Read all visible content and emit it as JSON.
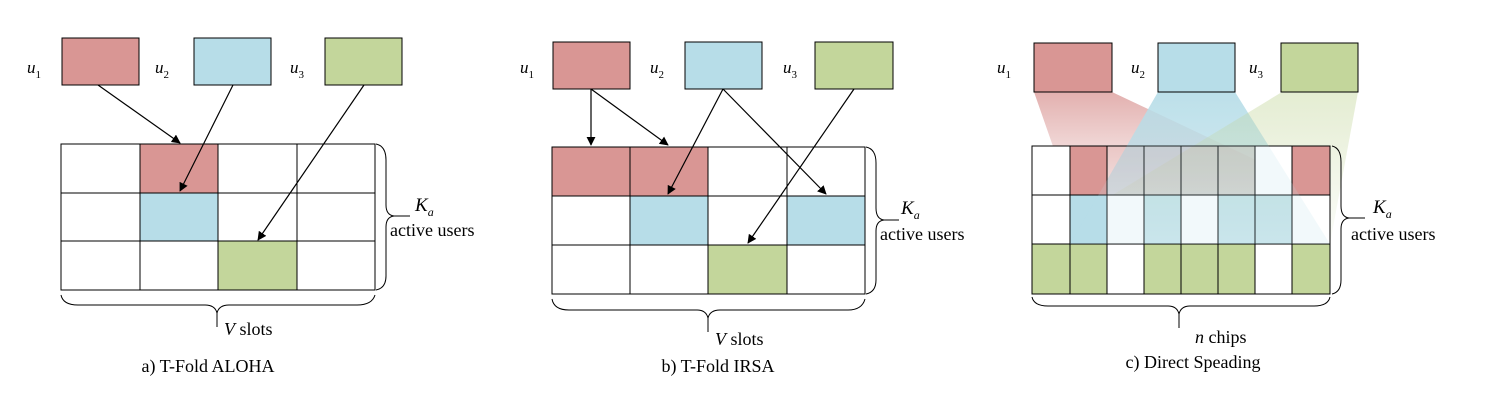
{
  "colors": {
    "user1": "#d99694",
    "user2": "#b7dde8",
    "user3": "#c3d69b",
    "grid": "#000000"
  },
  "panels": [
    {
      "caption": "a) T-Fold ALOHA",
      "users": [
        {
          "var": "u",
          "sub": "1"
        },
        {
          "var": "u",
          "sub": "2"
        },
        {
          "var": "u",
          "sub": "3"
        }
      ],
      "brace_var": "V",
      "brace_text": " slots",
      "side_var": "K",
      "side_sub": "a",
      "side_text": "active users"
    },
    {
      "caption": "b) T-Fold IRSA",
      "users": [
        {
          "var": "u",
          "sub": "1"
        },
        {
          "var": "u",
          "sub": "2"
        },
        {
          "var": "u",
          "sub": "3"
        }
      ],
      "brace_var": "V",
      "brace_text": " slots",
      "side_var": "K",
      "side_sub": "a",
      "side_text": "active users"
    },
    {
      "caption": "c) Direct Speading",
      "users": [
        {
          "var": "u",
          "sub": "1"
        },
        {
          "var": "u",
          "sub": "2"
        },
        {
          "var": "u",
          "sub": "3"
        }
      ],
      "brace_var": "n",
      "brace_text": " chips",
      "side_var": "K",
      "side_sub": "a",
      "side_text": "active users"
    }
  ]
}
